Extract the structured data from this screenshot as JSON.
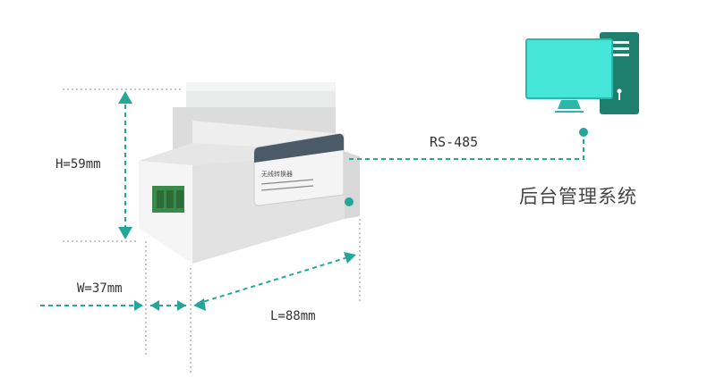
{
  "dimensions": {
    "height": "H=59mm",
    "width": "W=37mm",
    "length": "L=88mm"
  },
  "connection": {
    "protocol": "RS-485"
  },
  "system": {
    "label": "后台管理系统"
  },
  "device": {
    "label_title": "无线转换器"
  },
  "colors": {
    "accent": "#26a69a",
    "monitor": "#45e6d8",
    "tower": "#1e7f6e"
  }
}
